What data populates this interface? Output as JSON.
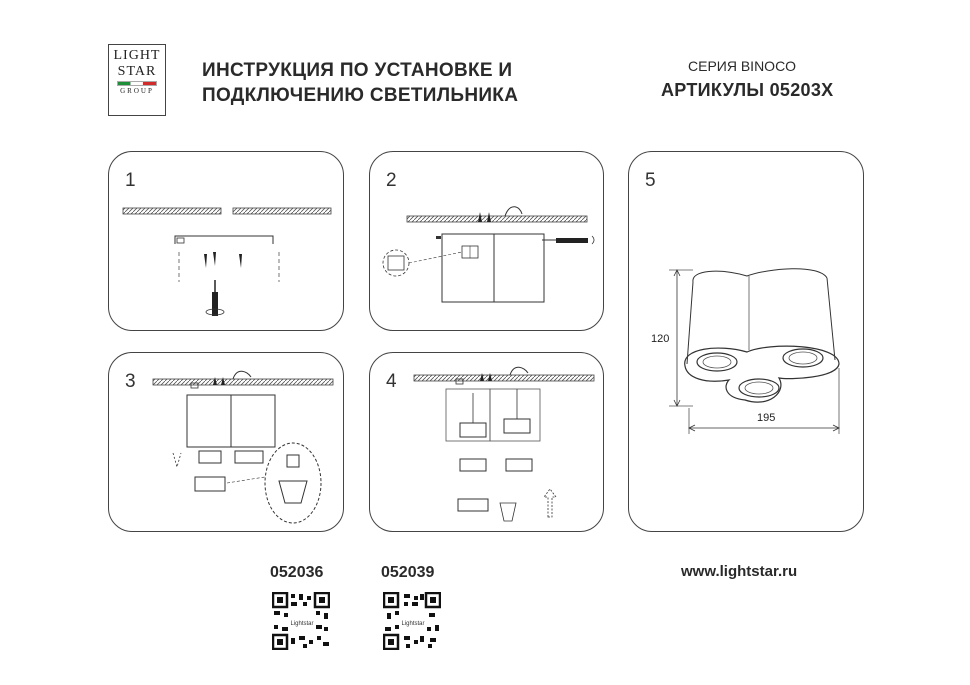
{
  "logo": {
    "line1": "LIGHT",
    "line2": "STAR",
    "line3": "GROUP"
  },
  "header": {
    "title_line1": "ИНСТРУКЦИЯ ПО УСТАНОВКЕ И",
    "title_line2": "ПОДКЛЮЧЕНИЮ СВЕТИЛЬНИКА",
    "series": "СЕРИЯ BINOCO",
    "articles": "АРТИКУЛЫ 05203X"
  },
  "steps": [
    {
      "number": "1"
    },
    {
      "number": "2"
    },
    {
      "number": "3"
    },
    {
      "number": "4"
    },
    {
      "number": "5"
    }
  ],
  "dimensions": {
    "height": "120",
    "width": "195"
  },
  "footer": {
    "codes": [
      "052036",
      "052039"
    ],
    "qr_label": "Lightstar",
    "website": "www.lightstar.ru"
  },
  "colors": {
    "line": "#333333",
    "flag_green": "#1f8f3a",
    "flag_red": "#d12b2b"
  }
}
